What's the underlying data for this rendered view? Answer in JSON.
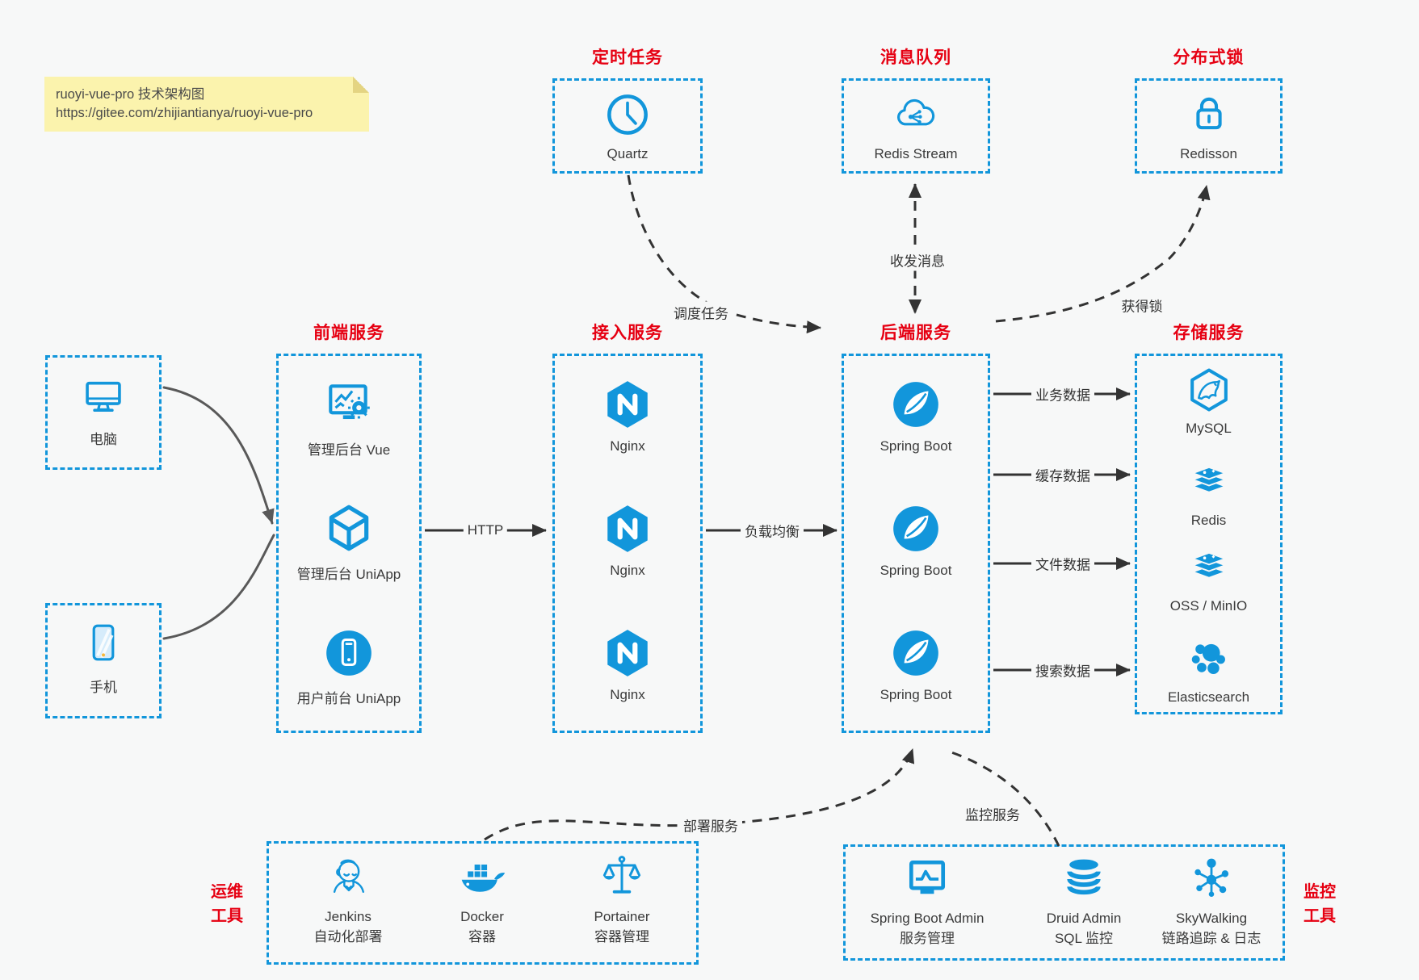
{
  "note": {
    "line1": "ruoyi-vue-pro 技术架构图",
    "line2": "https://gitee.com/zhijiantianya/ruoyi-vue-pro"
  },
  "colors": {
    "accent_blue": "#1296db",
    "title_red": "#e60012",
    "note_bg": "#fbf3ad",
    "background": "#f7f8f8",
    "arrow_dark": "#333333",
    "arrow_gray": "#595959",
    "text": "#3a3a3a"
  },
  "top_groups": [
    {
      "id": "scheduled-task",
      "title": "定时任务",
      "icon": "clock-icon",
      "label": "Quartz"
    },
    {
      "id": "message-queue",
      "title": "消息队列",
      "icon": "cloud-stream-icon",
      "label": "Redis Stream"
    },
    {
      "id": "distributed-lock",
      "title": "分布式锁",
      "icon": "lock-icon",
      "label": "Redisson"
    }
  ],
  "clients": [
    {
      "id": "pc",
      "icon": "desktop-icon",
      "label": "电脑"
    },
    {
      "id": "mobile",
      "icon": "phone-icon",
      "label": "手机"
    }
  ],
  "columns": [
    {
      "id": "frontend",
      "title": "前端服务",
      "items": [
        {
          "icon": "admin-vue-icon",
          "label": "管理后台 Vue"
        },
        {
          "icon": "uniapp-cube-icon",
          "label": "管理后台 UniApp"
        },
        {
          "icon": "user-app-icon",
          "label": "用户前台 UniApp"
        }
      ]
    },
    {
      "id": "gateway",
      "title": "接入服务",
      "items": [
        {
          "icon": "nginx-icon",
          "label": "Nginx"
        },
        {
          "icon": "nginx-icon",
          "label": "Nginx"
        },
        {
          "icon": "nginx-icon",
          "label": "Nginx"
        }
      ]
    },
    {
      "id": "backend",
      "title": "后端服务",
      "items": [
        {
          "icon": "spring-boot-icon",
          "label": "Spring Boot"
        },
        {
          "icon": "spring-boot-icon",
          "label": "Spring Boot"
        },
        {
          "icon": "spring-boot-icon",
          "label": "Spring Boot"
        }
      ]
    },
    {
      "id": "storage",
      "title": "存储服务",
      "items": [
        {
          "icon": "mysql-icon",
          "label": "MySQL"
        },
        {
          "icon": "redis-icon",
          "label": "Redis"
        },
        {
          "icon": "oss-stack-icon",
          "label": "OSS / MinIO"
        },
        {
          "icon": "elasticsearch-icon",
          "label": "Elasticsearch"
        }
      ]
    }
  ],
  "edges": {
    "http": "HTTP",
    "load_balance": "负载均衡",
    "data": [
      "业务数据",
      "缓存数据",
      "文件数据",
      "搜索数据"
    ],
    "schedule": "调度任务",
    "message": "收发消息",
    "lock": "获得锁",
    "deploy": "部署服务",
    "monitor": "监控服务"
  },
  "bottom_groups": [
    {
      "id": "ops-tools",
      "title_lines": [
        "运维",
        "工具"
      ],
      "items": [
        {
          "icon": "jenkins-icon",
          "label1": "Jenkins",
          "label2": "自动化部署"
        },
        {
          "icon": "docker-icon",
          "label1": "Docker",
          "label2": "容器"
        },
        {
          "icon": "portainer-icon",
          "label1": "Portainer",
          "label2": "容器管理"
        }
      ]
    },
    {
      "id": "monitor-tools",
      "title_lines": [
        "监控",
        "工具"
      ],
      "items": [
        {
          "icon": "spring-boot-admin-icon",
          "label1": "Spring Boot Admin",
          "label2": "服务管理"
        },
        {
          "icon": "druid-icon",
          "label1": "Druid Admin",
          "label2": "SQL 监控"
        },
        {
          "icon": "skywalking-icon",
          "label1": "SkyWalking",
          "label2": "链路追踪 & 日志"
        }
      ]
    }
  ]
}
